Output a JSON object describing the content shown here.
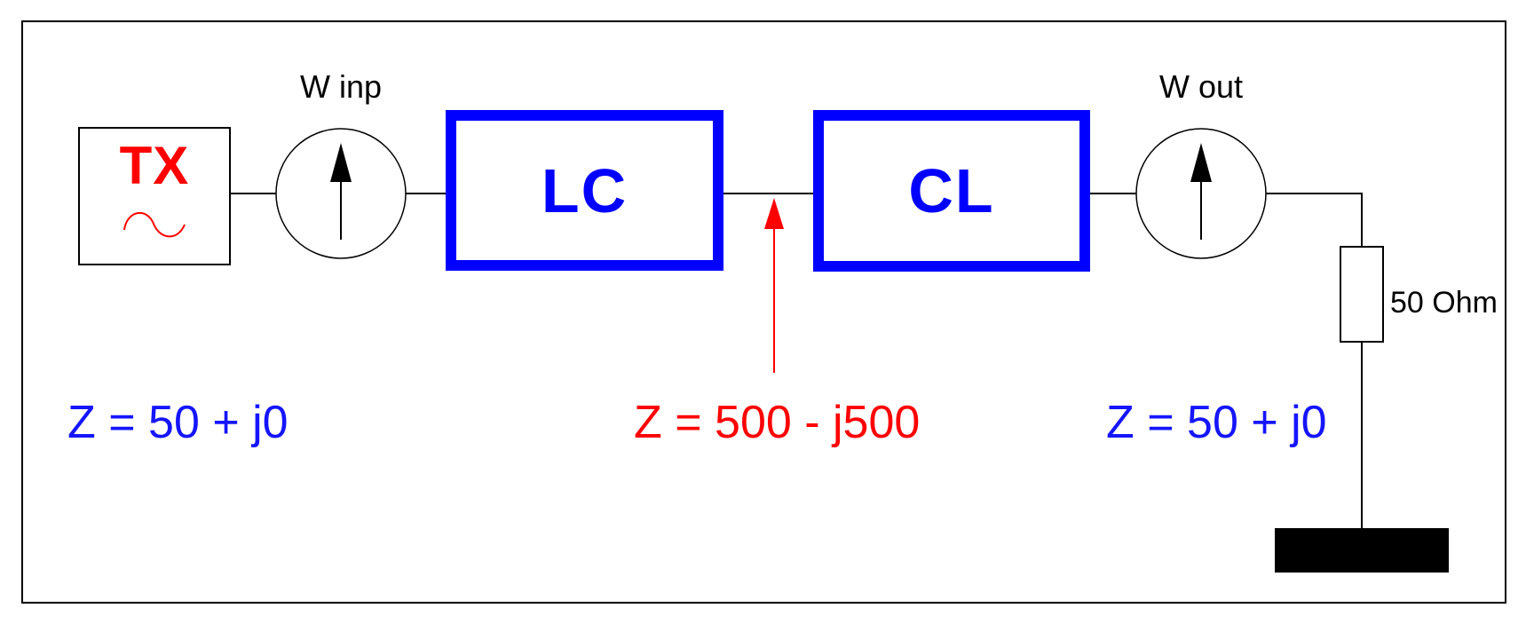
{
  "diagram": {
    "source": {
      "label": "TX"
    },
    "meters": {
      "input": {
        "label": "W inp"
      },
      "output": {
        "label": "W out"
      }
    },
    "blocks": {
      "lc": {
        "label": "LC"
      },
      "cl": {
        "label": "CL"
      }
    },
    "load": {
      "label": "50 Ohm"
    },
    "impedances": {
      "input": "Z = 50 + j0",
      "junction": "Z = 500 - j500",
      "output": "Z = 50 + j0"
    },
    "colors": {
      "block_blue": "#0000ff",
      "label_blue": "#1515ff",
      "accent_red": "#ff0000",
      "wire_black": "#000000"
    }
  }
}
